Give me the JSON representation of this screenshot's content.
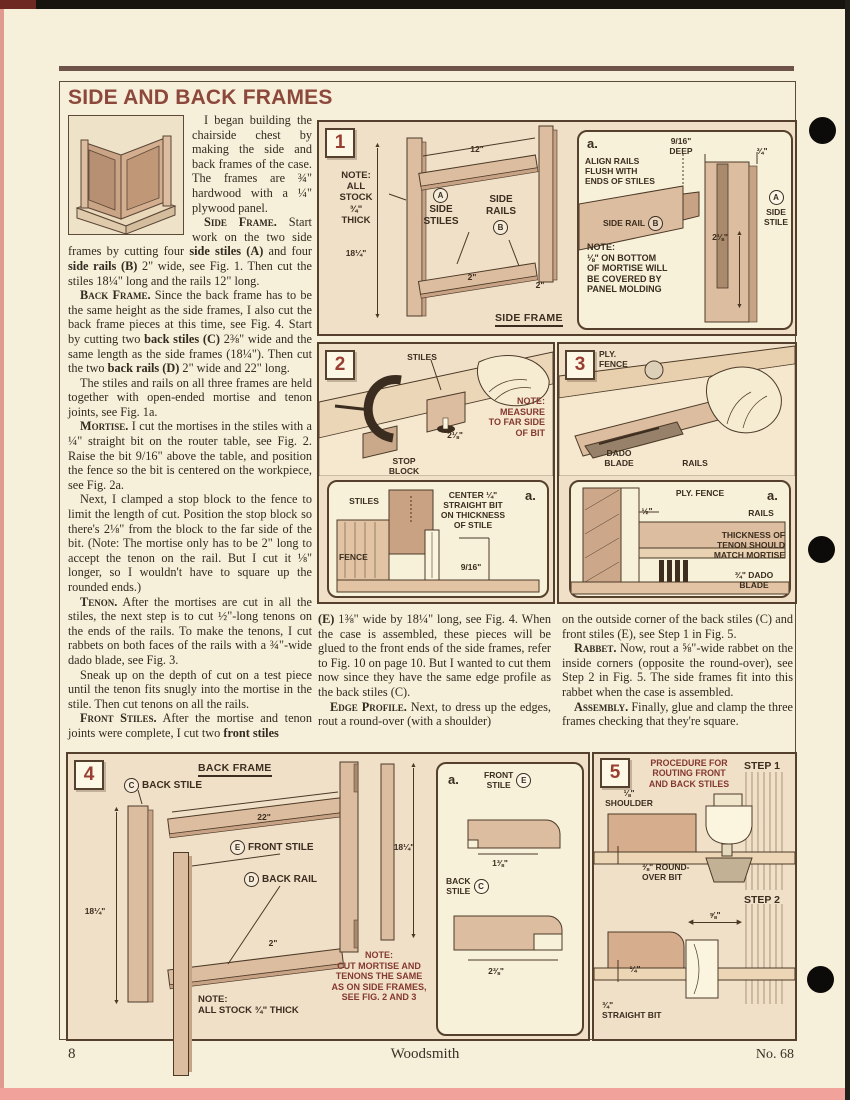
{
  "header": {
    "title": "SIDE AND BACK FRAMES"
  },
  "article": {
    "left": [
      {
        "runs": [
          {
            "t": "I began building the chairside chest by making the side and back frames of the case. The frames are ¾\" hardwood with a ¼\" plywood panel."
          }
        ]
      },
      {
        "runs": [
          {
            "t": "Side Frame.",
            "s": "sc"
          },
          {
            "t": " Start work on the two side frames by cutting four "
          },
          {
            "t": "side stiles (A)",
            "s": "b"
          },
          {
            "t": " and four "
          },
          {
            "t": "side rails (B)",
            "s": "b"
          },
          {
            "t": " 2\" wide, see Fig. 1. Then cut the stiles 18¼\" long and the rails 12\" long."
          }
        ]
      },
      {
        "runs": [
          {
            "t": "Back Frame.",
            "s": "sc"
          },
          {
            "t": " Since the back frame has to be the same height as the side frames, I also cut the back frame pieces at this time, see Fig. 4. Start by cutting two "
          },
          {
            "t": "back stiles (C)",
            "s": "b"
          },
          {
            "t": " 2⅜\" wide and the same length as the side frames (18¼\"). Then cut the two "
          },
          {
            "t": "back rails (D)",
            "s": "b"
          },
          {
            "t": " 2\" wide and 22\" long."
          }
        ]
      },
      {
        "runs": [
          {
            "t": "The stiles and rails on all three frames are held together with open-ended mortise and tenon joints, see Fig. 1a."
          }
        ]
      },
      {
        "runs": [
          {
            "t": "Mortise.",
            "s": "sc"
          },
          {
            "t": " I cut the mortises in the stiles with a ¼\" straight bit on the router table, see Fig. 2. Raise the bit 9/16\" above the table, and position the fence so the bit is centered on the workpiece, see Fig. 2a."
          }
        ]
      },
      {
        "runs": [
          {
            "t": "Next, I clamped a stop block to the fence to limit the length of cut. Position the stop block so there's 2⅛\" from the block to the far side of the bit. (Note: The mortise only has to be 2\" long to accept the tenon on the rail. But I cut it ⅛\" longer, so I wouldn't have to square up the rounded ends.)"
          }
        ]
      },
      {
        "runs": [
          {
            "t": "Tenon.",
            "s": "sc"
          },
          {
            "t": " After the mortises are cut in all the stiles, the next step is to cut ½\"-long tenons on the ends of the rails. To make the tenons, I cut rabbets on both faces of the rails with a ¾\"-wide dado blade, see Fig. 3."
          }
        ]
      },
      {
        "runs": [
          {
            "t": "Sneak up on the depth of cut on a test piece until the tenon fits snugly into the mortise in the stile. Then cut tenons on all the rails."
          }
        ]
      },
      {
        "runs": [
          {
            "t": "Front Stiles.",
            "s": "sc"
          },
          {
            "t": " After the mortise and tenon joints were complete, I cut two "
          },
          {
            "t": "front stiles",
            "s": "b"
          }
        ]
      }
    ],
    "mid": [
      {
        "ni": true,
        "runs": [
          {
            "t": "(E)",
            "s": "b"
          },
          {
            "t": " 1⅜\" wide by 18¼\" long, see Fig. 4. When the case is assembled, these pieces will be glued to the front ends of the side frames, refer to Fig. 10 on page 10. But I wanted to cut them now since they have the same edge profile as the back stiles (C)."
          }
        ]
      },
      {
        "runs": [
          {
            "t": "Edge Profile.",
            "s": "sc"
          },
          {
            "t": " Next, to dress up the edges, rout a round-over (with a shoulder)"
          }
        ]
      }
    ],
    "right": [
      {
        "ni": true,
        "runs": [
          {
            "t": "on the outside corner of the back stiles (C) and front stiles (E), see Step 1 in Fig. 5."
          }
        ]
      },
      {
        "runs": [
          {
            "t": "Rabbet.",
            "s": "sc"
          },
          {
            "t": " Now, rout a ⅝\"-wide rabbet on the inside corners (opposite the round-over), see Step 2 in Fig. 5. The side frames fit into this rabbet when the case is assembled."
          }
        ]
      },
      {
        "runs": [
          {
            "t": "Assembly.",
            "s": "sc"
          },
          {
            "t": " Finally, glue and clamp the three frames checking that they're square."
          }
        ]
      }
    ]
  },
  "fig1": {
    "num": "1",
    "note": "NOTE:\nALL\nSTOCK\n¾\"\nTHICK",
    "dim_stile_len": "18¼\"",
    "dim_rail_len": "12\"",
    "tag_a": "A",
    "label_stiles": "SIDE\nSTILES",
    "label_rails": "SIDE\nRAILS",
    "tag_b": "B",
    "dim_rail_w": "2\"",
    "dim_stile_w": "2\"",
    "caption": "SIDE FRAME",
    "detail": {
      "tag": "a.",
      "dim_deep": "9/16\"\nDEEP",
      "dim_thick": "¾\"",
      "align_note": "ALIGN RAILS\nFLUSH WITH\nENDS OF STILES",
      "label_rail": "SIDE RAIL",
      "tag_b": "B",
      "tag_a": "A",
      "label_stile": "SIDE\nSTILE",
      "dim_mortise": "2⅛\"",
      "note": "NOTE:\n⅛\" ON BOTTOM\nOF MORTISE WILL\nBE COVERED BY\nPANEL MOLDING"
    }
  },
  "fig2": {
    "num": "2",
    "label_stiles": "STILES",
    "note": "NOTE:\nMEASURE\nTO FAR SIDE\nOF BIT",
    "dim": "2⅛\"",
    "label_stop": "STOP\nBLOCK",
    "detail": {
      "tag": "a.",
      "label_stiles": "STILES",
      "label_fence": "FENCE",
      "center_note": "CENTER ¼\"\nSTRAIGHT BIT\nON THICKNESS\nOF STILE",
      "dim": "9/16\""
    }
  },
  "fig3": {
    "num": "3",
    "label_fence": "PLY.\nFENCE",
    "label_blade": "DADO\nBLADE",
    "label_rails": "RAILS",
    "detail": {
      "tag": "a.",
      "label_fence": "PLY. FENCE",
      "dim_half": "½\"",
      "label_rails": "RAILS",
      "note": "THICKNESS OF\nTENON SHOULD\nMATCH MORTISE",
      "label_blade": "¾\" DADO\nBLADE"
    }
  },
  "fig4": {
    "num": "4",
    "title": "BACK FRAME",
    "tag_c": "C",
    "label_back_stile": "BACK STILE",
    "dim_rail_len": "22\"",
    "tag_e": "E",
    "label_front_stile": "FRONT STILE",
    "tag_d": "D",
    "label_back_rail": "BACK RAIL",
    "dim_height": "18¼\"",
    "dim_rail_w": "2\"",
    "dim_height2": "18¼\"",
    "note_stock": "NOTE:\nALL STOCK ¾\" THICK",
    "note_red": "NOTE:\nCUT MORTISE AND\nTENONS THE SAME\nAS ON SIDE FRAMES,\nSEE FIG. 2 AND 3",
    "detail": {
      "tag": "a.",
      "label_front": "FRONT\nSTILE",
      "tag_e": "E",
      "dim_front": "1⅜\"",
      "label_back": "BACK\nSTILE",
      "tag_c": "C",
      "dim_back": "2⅜\""
    }
  },
  "fig5": {
    "num": "5",
    "title": "PROCEDURE FOR\nROUTING FRONT\nAND BACK STILES",
    "step1": "STEP 1",
    "shoulder": "⅛\"\nSHOULDER",
    "roundover": "⅜\" ROUND-\nOVER BIT",
    "step2": "STEP 2",
    "dim_rabbet": "⅝\"",
    "dim_quarter": "¼\"",
    "straight": "¾\"\nSTRAIGHT BIT"
  },
  "footer": {
    "page": "8",
    "brand": "Woodsmith",
    "issue": "No. 68"
  },
  "colors": {
    "accent_maroon": "#8d483c",
    "page_cream": "#f6efd9",
    "figure_tan": "#f1e0c8",
    "wood": "#dcbd9f",
    "line": "#4a3826"
  }
}
